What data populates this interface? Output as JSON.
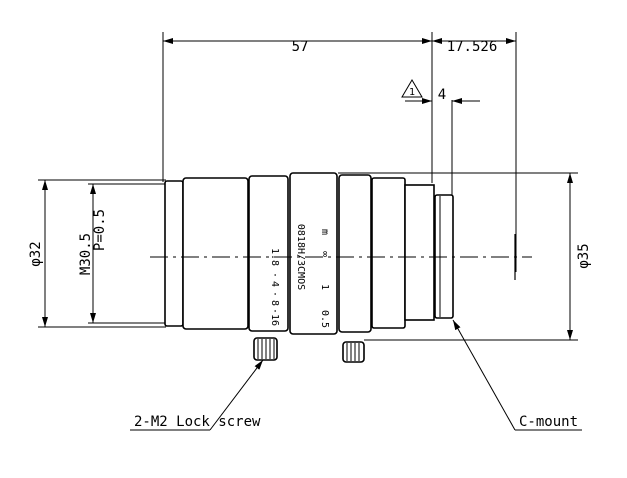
{
  "drawing": {
    "dimensions": {
      "overall_length": "57",
      "flange_back": "17.526",
      "mount_length": "4",
      "front_diameter": "φ32",
      "max_diameter": "φ35",
      "filter_thread": "M30.5",
      "thread_pitch": "P=0.5",
      "note_marker": "1"
    },
    "lens_markings": {
      "model": "0818H/3CMOS",
      "focus_scale": [
        "m",
        "∞",
        "1",
        "0.5"
      ],
      "iris_scale": [
        "1.8",
        "·",
        "4",
        "·",
        "8",
        "·",
        "16"
      ]
    },
    "callouts": {
      "lock_screw": "2-M2 Lock screw",
      "mount": "C-mount"
    }
  }
}
